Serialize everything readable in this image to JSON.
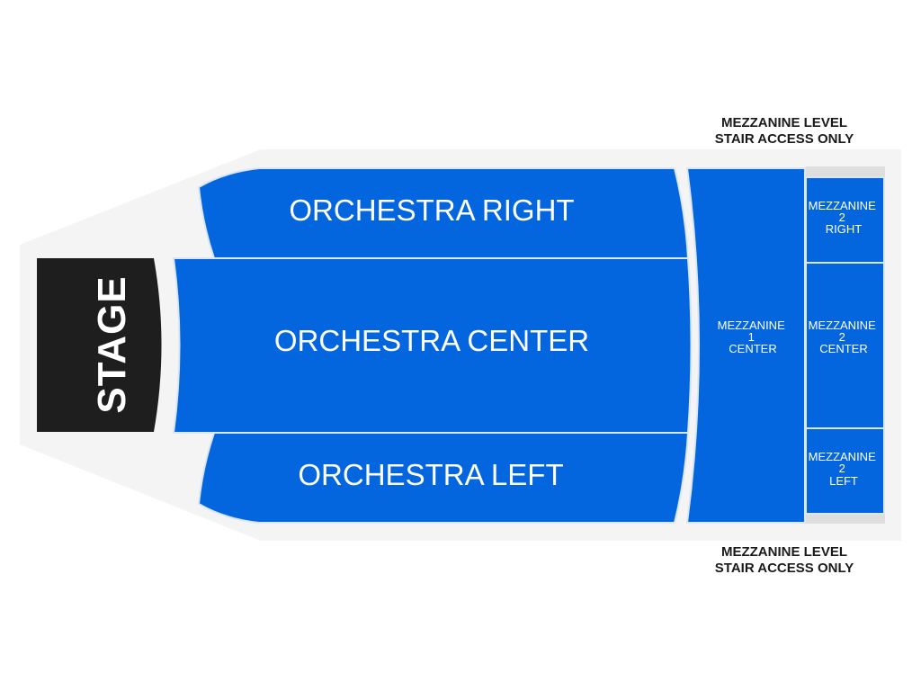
{
  "venue_map": {
    "colors": {
      "section_fill": "#0366df",
      "section_stroke": "#d8e6f5",
      "stage_fill": "#1e1e1e",
      "floor_fill": "#f4f4f4",
      "stair_fill": "#dedede"
    },
    "stage": {
      "label": "STAGE"
    },
    "sections": {
      "orchestra_right": {
        "label": "ORCHESTRA RIGHT"
      },
      "orchestra_center": {
        "label": "ORCHESTRA CENTER"
      },
      "orchestra_left": {
        "label": "ORCHESTRA LEFT"
      },
      "mezzanine_1_center": {
        "lines": [
          "MEZZANINE",
          "1",
          "CENTER"
        ]
      },
      "mezzanine_2_right": {
        "lines": [
          "MEZZANINE",
          "2",
          "RIGHT"
        ]
      },
      "mezzanine_2_center": {
        "lines": [
          "MEZZANINE",
          "2",
          "CENTER"
        ]
      },
      "mezzanine_2_left": {
        "lines": [
          "MEZZANINE",
          "2",
          "LEFT"
        ]
      }
    },
    "notes": {
      "top": {
        "line1": "MEZZANINE LEVEL",
        "line2": "STAIR ACCESS ONLY"
      },
      "bottom": {
        "line1": "MEZZANINE LEVEL",
        "line2": "STAIR ACCESS ONLY"
      }
    }
  }
}
